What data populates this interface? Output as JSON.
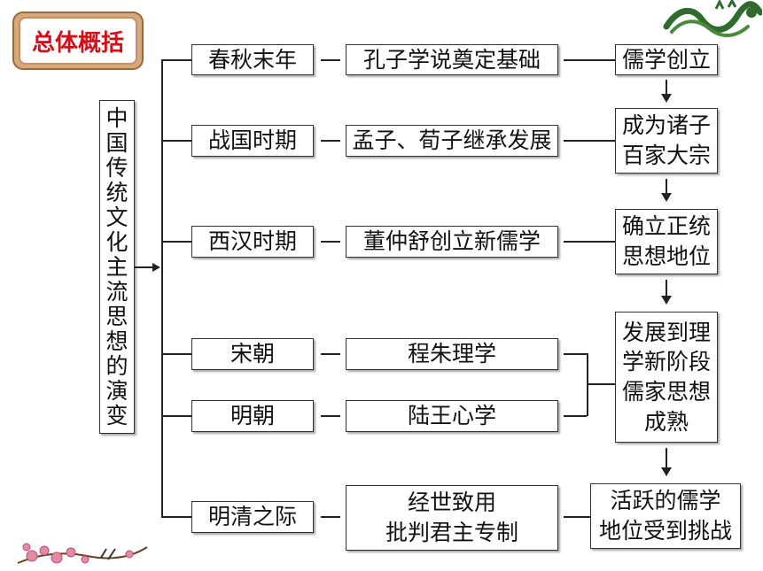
{
  "badge": {
    "label": "总体概括"
  },
  "vertical_title": [
    "中",
    "国",
    "传",
    "统",
    "文",
    "化",
    "主",
    "流",
    "思",
    "想",
    "的",
    "演",
    "变"
  ],
  "rows": [
    {
      "period": "春秋末年",
      "event": "孔子学说奠定基础",
      "result": "儒学创立"
    },
    {
      "period": "战国时期",
      "event": "孟子、荀子继承发展",
      "result": "成为诸子百家大宗"
    },
    {
      "period": "西汉时期",
      "event": "董仲舒创立新儒学",
      "result": "确立正统思想地位"
    },
    {
      "period": "宋朝",
      "event": "程朱理学"
    },
    {
      "period": "明朝",
      "event": "陆王心学",
      "result": "发展到理学新阶段儒家思想成熟"
    },
    {
      "period": "明清之际",
      "event_line1": "经世致用",
      "event_line2": "批判君主专制",
      "result_line1": "活跃的儒学",
      "result_line2": "地位受到挑战"
    }
  ],
  "results": {
    "r2_line1": "成为诸子",
    "r2_line2": "百家大宗",
    "r3_line1": "确立正统",
    "r3_line2": "思想地位",
    "r45_line1": "发展到理",
    "r45_line2": "学新阶段",
    "r45_line3": "儒家思想",
    "r45_line4": "成熟"
  },
  "colors": {
    "badge_text": "#d0101a",
    "badge_frame": "#d6a97a"
  }
}
